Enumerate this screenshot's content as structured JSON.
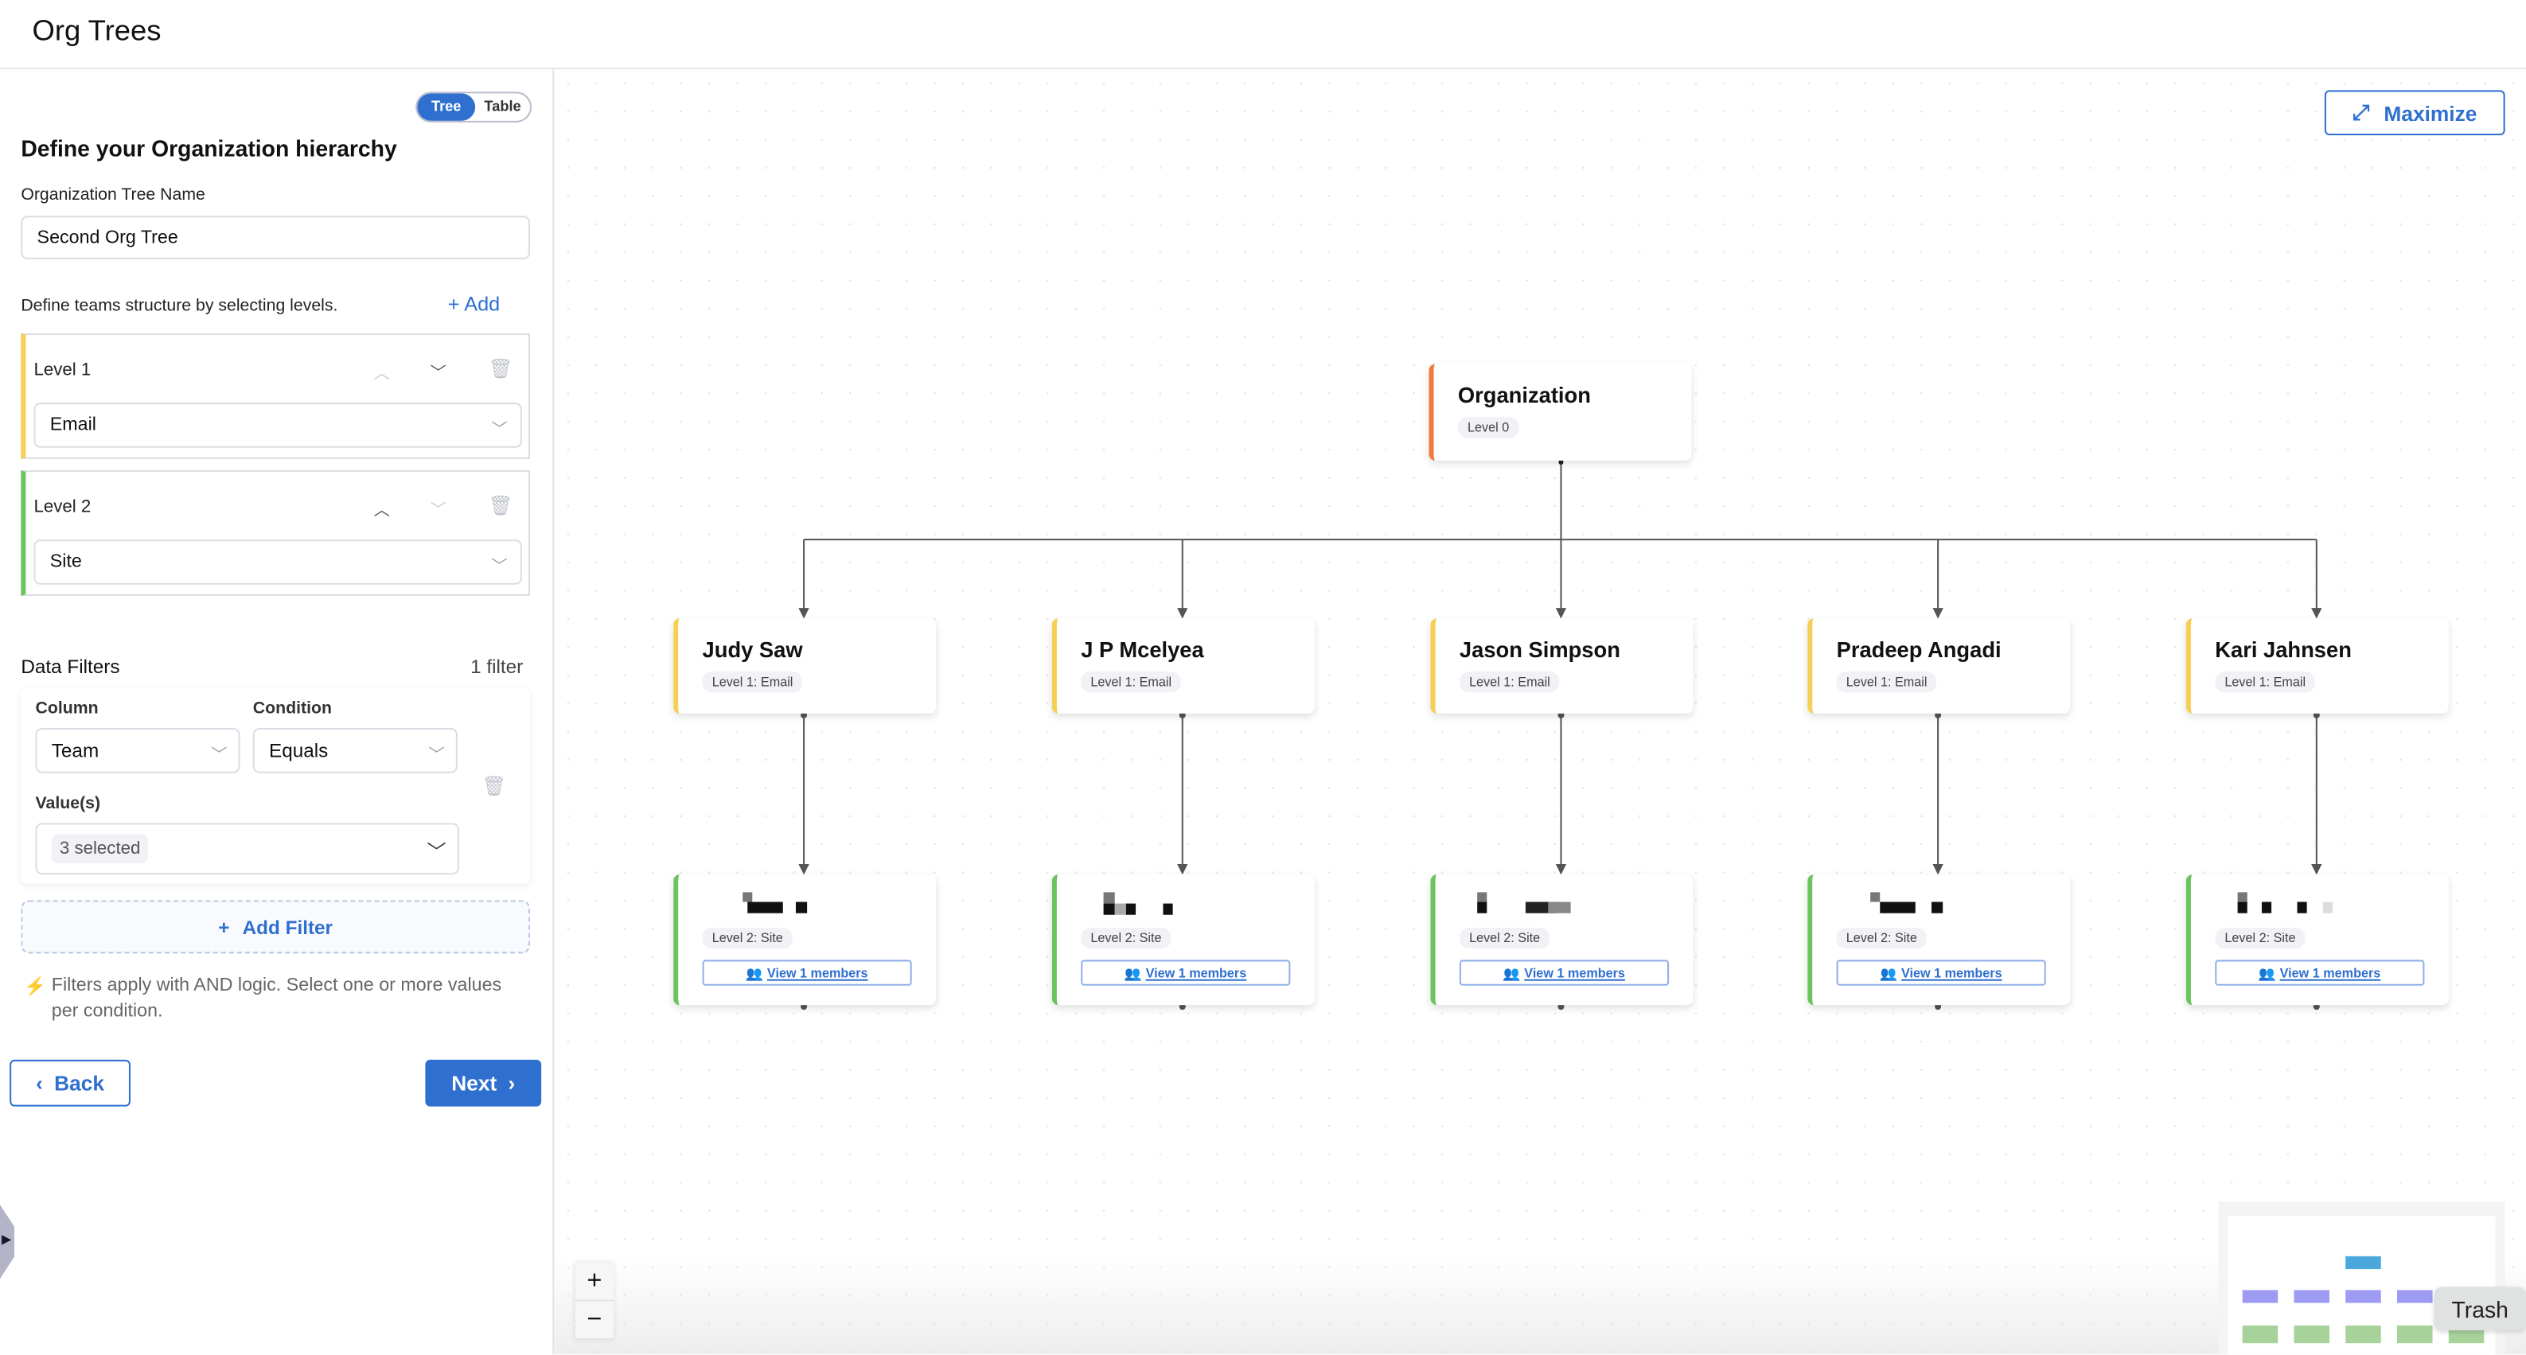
{
  "app": {
    "title": "Org Trees"
  },
  "sidebar": {
    "view_toggle": {
      "options": [
        "Tree",
        "Table"
      ],
      "selected": "Tree"
    },
    "heading": "Define your Organization hierarchy",
    "tree_name_label": "Organization Tree Name",
    "tree_name_value": "Second Org Tree",
    "levels_hint": "Define teams structure by selecting levels.",
    "add_label": "Add",
    "levels": [
      {
        "label": "Level 1",
        "value": "Email",
        "color": "#f5cf56"
      },
      {
        "label": "Level 2",
        "value": "Site",
        "color": "#6cc35f"
      }
    ],
    "filters": {
      "title": "Data Filters",
      "count": "1 filter",
      "column_label": "Column",
      "column_value": "Team",
      "condition_label": "Condition",
      "condition_value": "Equals",
      "values_label": "Value(s)",
      "values_value": "3 selected",
      "add_filter": "Add Filter",
      "note": "Filters apply with AND logic. Select one or more values per condition."
    },
    "back_label": "Back",
    "next_label": "Next"
  },
  "canvas": {
    "maximize_label": "Maximize",
    "root": {
      "name": "Organization",
      "badge": "Level 0",
      "color": "#f07c3a"
    },
    "level1": [
      {
        "name": "Judy Saw",
        "badge": "Level 1: Email"
      },
      {
        "name": "J P Mcelyea",
        "badge": "Level 1: Email"
      },
      {
        "name": "Jason Simpson",
        "badge": "Level 1: Email"
      },
      {
        "name": "Pradeep Angadi",
        "badge": "Level 1: Email"
      },
      {
        "name": "Kari Jahnsen",
        "badge": "Level 1: Email"
      }
    ],
    "level2": [
      {
        "badge": "Level 2: Site",
        "link": "View 1 members"
      },
      {
        "badge": "Level 2: Site",
        "link": "View 1 members"
      },
      {
        "badge": "Level 2: Site",
        "link": "View 1 members"
      },
      {
        "badge": "Level 2: Site",
        "link": "View 1 members"
      },
      {
        "badge": "Level 2: Site",
        "link": "View 1 members"
      }
    ],
    "zoom_controls": [
      "+",
      "−"
    ],
    "tooltip": "Trash",
    "accent": "#2f6fcf"
  }
}
